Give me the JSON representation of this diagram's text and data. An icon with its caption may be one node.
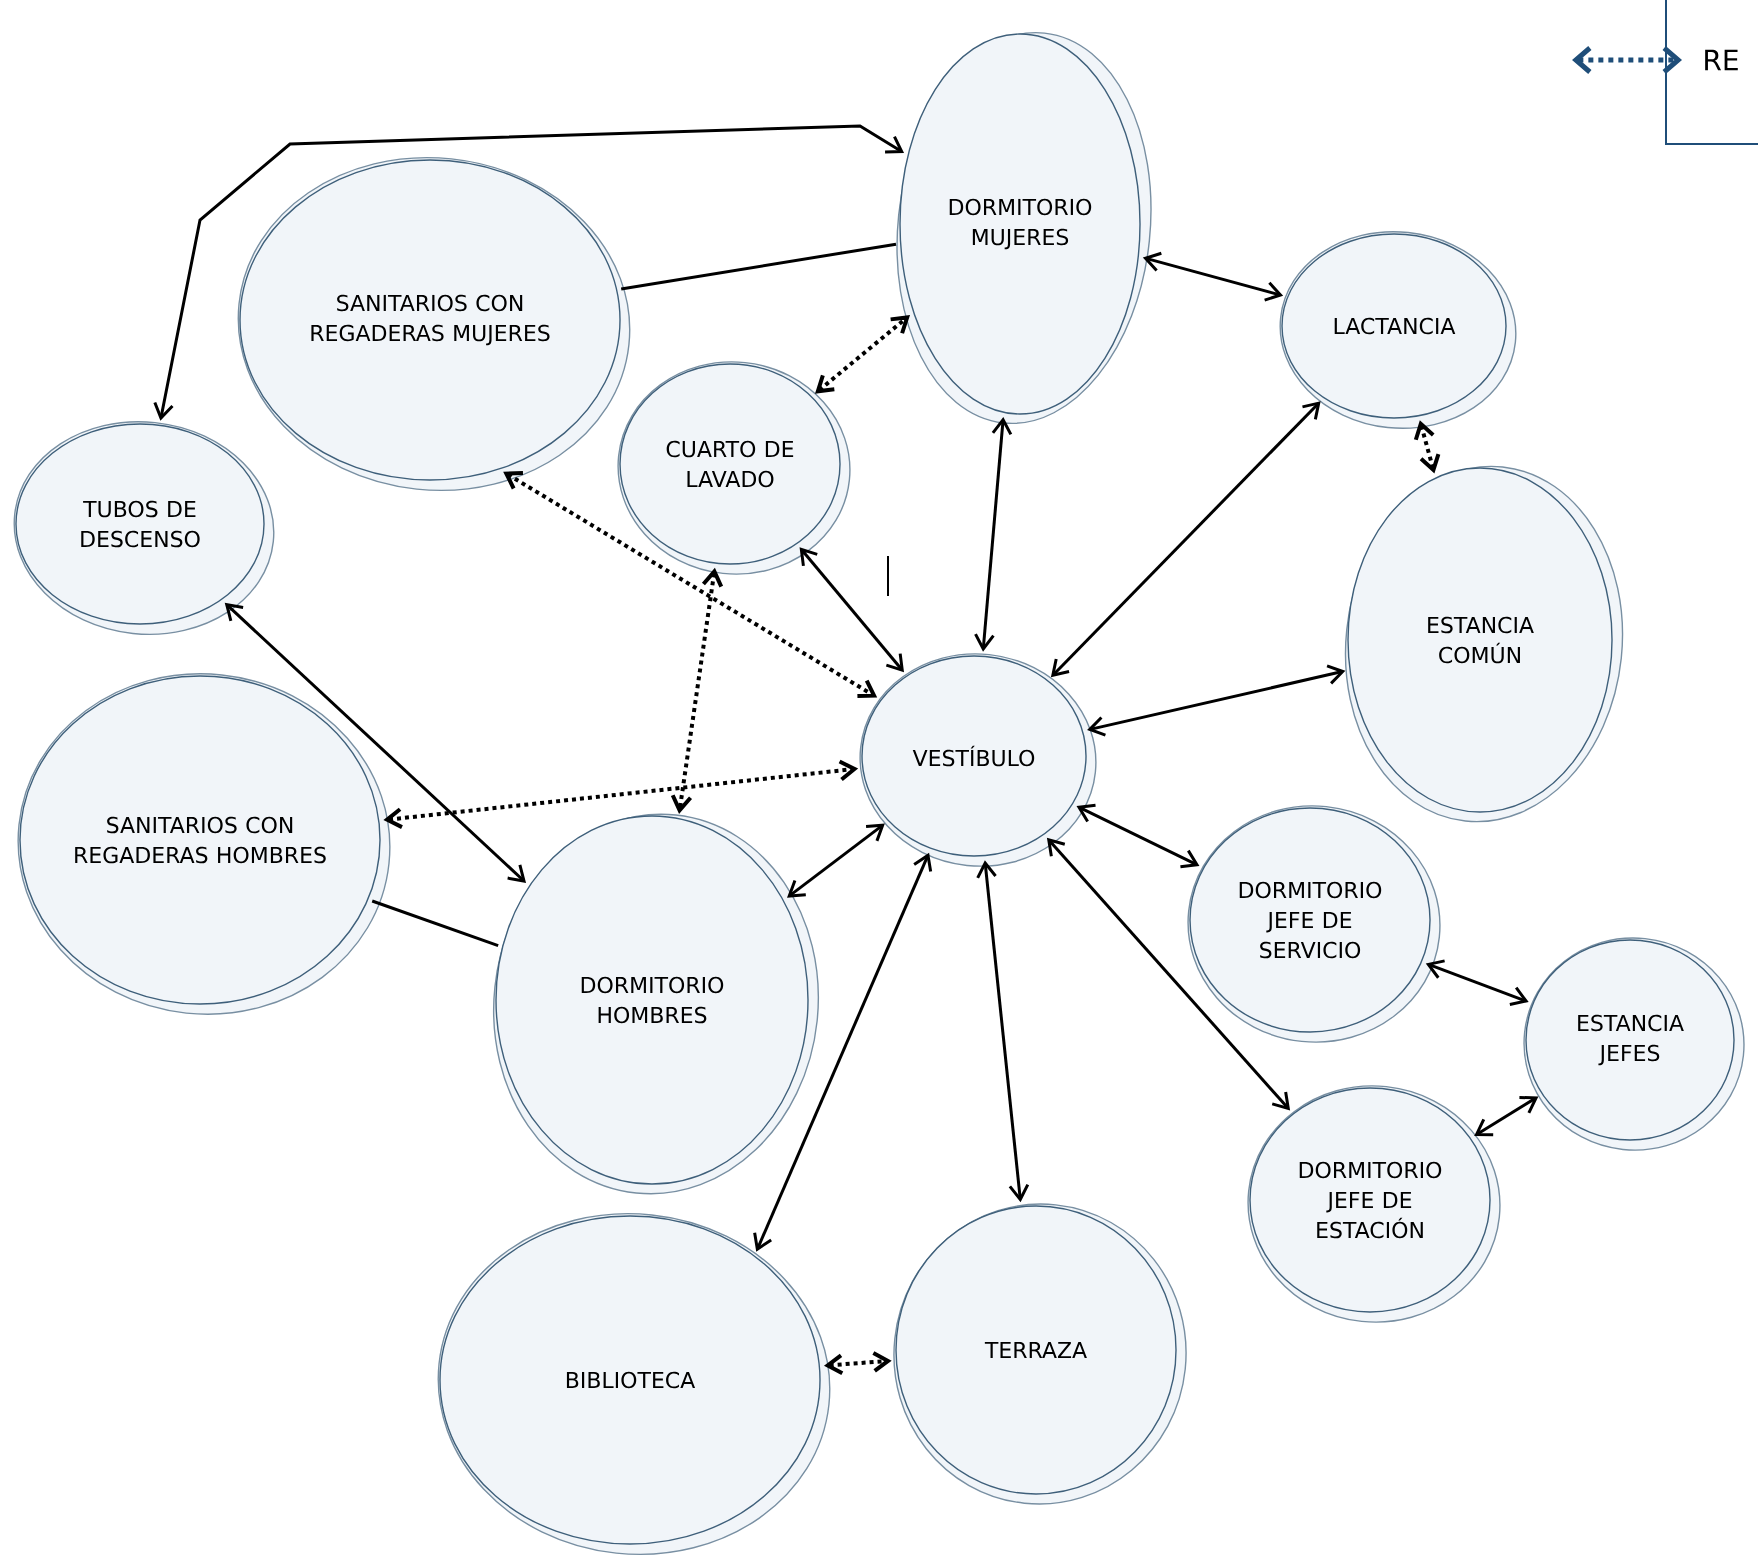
{
  "diagram": {
    "nodes": [
      {
        "text": [
          "DORMITORIO MUJERES"
        ]
      },
      {
        "text": [
          "SANITARIOS CON REGADERAS MUJERES"
        ]
      },
      {
        "text": [
          "LACTANCIA"
        ]
      },
      {
        "text": [
          "TUBOS DE DESCENSO"
        ]
      },
      {
        "text": [
          "CUARTO DE LAVADO"
        ]
      },
      {
        "text": [
          "ESTANCIA COMÚN"
        ]
      },
      {
        "text": [
          "VESTÍBULO"
        ]
      },
      {
        "text": [
          "SANITARIOS CON REGADERAS HOMBRES"
        ]
      },
      {
        "text": [
          "DORMITORIO HOMBRES"
        ]
      },
      {
        "text": [
          "DORMITORIO JEFE DE SERVICIO"
        ]
      },
      {
        "text": [
          "ESTANCIA JEFES"
        ]
      },
      {
        "text": [
          "DORMITORIO JEFE DE ESTACIÓN"
        ]
      },
      {
        "text": [
          "BIBLIOTECA"
        ]
      },
      {
        "text": [
          "TERRAZA"
        ]
      }
    ],
    "edges": [
      {
        "from": 3,
        "to": 0,
        "arrow": "both"
      },
      {
        "from": 1,
        "to": 0,
        "arrow": "none"
      },
      {
        "from": 0,
        "to": 2,
        "arrow": "both"
      },
      {
        "from": 4,
        "to": 0,
        "arrow": "both",
        "style": "dashed"
      },
      {
        "from": 2,
        "to": 5,
        "arrow": "both",
        "style": "dashed"
      },
      {
        "from": 1,
        "to": 6,
        "arrow": "both",
        "style": "dashed"
      },
      {
        "from": 4,
        "to": 8,
        "arrow": "both",
        "style": "dashed"
      },
      {
        "from": 4,
        "to": 6,
        "arrow": "both"
      },
      {
        "from": 0,
        "to": 6,
        "arrow": "both"
      },
      {
        "from": 2,
        "to": 6,
        "arrow": "both"
      },
      {
        "from": 5,
        "to": 6,
        "arrow": "both"
      },
      {
        "from": 3,
        "to": 8,
        "arrow": "both"
      },
      {
        "from": 7,
        "to": 6,
        "arrow": "both",
        "style": "dashed"
      },
      {
        "from": 7,
        "to": 8,
        "arrow": "none"
      },
      {
        "from": 8,
        "to": 6,
        "arrow": "both"
      },
      {
        "from": 6,
        "to": 9,
        "arrow": "both"
      },
      {
        "from": 9,
        "to": 10,
        "arrow": "both"
      },
      {
        "from": 11,
        "to": 10,
        "arrow": "both"
      },
      {
        "from": 6,
        "to": 11,
        "arrow": "both"
      },
      {
        "from": 6,
        "to": 12,
        "arrow": "both"
      },
      {
        "from": 6,
        "to": 13,
        "arrow": "both"
      },
      {
        "from": 12,
        "to": 13,
        "arrow": "both",
        "style": "dashed"
      }
    ],
    "legend": [
      {
        "text": "RE"
      }
    ]
  }
}
